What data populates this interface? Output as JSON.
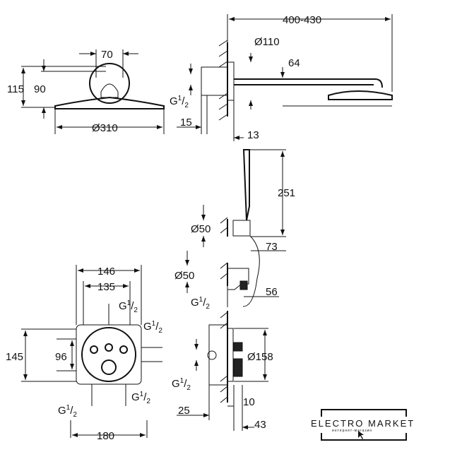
{
  "dimensions": {
    "span_400_430": "400-430",
    "dia_110": "Ø110",
    "d64": "64",
    "d70": "70",
    "d115": "115",
    "d90": "90",
    "dia_310": "Ø310",
    "d15": "15",
    "d13": "13",
    "d251": "251",
    "dia_50_a": "Ø50",
    "d73": "73",
    "dia_50_b": "Ø50",
    "d56": "56",
    "d146": "146",
    "d135": "135",
    "d145": "145",
    "d96": "96",
    "dia_158": "Ø158",
    "d25": "25",
    "d10": "10",
    "d180": "180",
    "d43": "43"
  },
  "thread": {
    "g": "G",
    "num": "1",
    "den": "2"
  },
  "logo": {
    "title": "ELECTRO MARKET",
    "subtitle": "интернет-магазин"
  }
}
